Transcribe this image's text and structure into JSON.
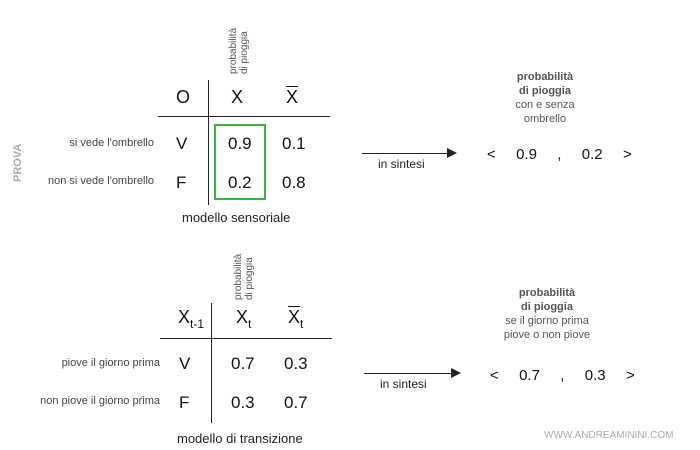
{
  "side_label": "PROVA",
  "sensor": {
    "vertical_label_line1": "probabilità",
    "vertical_label_line2": "di pioggia",
    "headers": {
      "o": "O",
      "x": "X",
      "xbar": "X"
    },
    "rows": [
      {
        "label": "si vede l'ombrello",
        "state": "V",
        "x": "0.9",
        "xbar": "0.1"
      },
      {
        "label": "non si vede l'ombrello",
        "state": "F",
        "x": "0.2",
        "xbar": "0.8"
      }
    ],
    "caption": "modello sensoriale",
    "arrow_label": "in sintesi",
    "summary_title1": "probabilità",
    "summary_title2": "di pioggia",
    "summary_sub1": "con e senza",
    "summary_sub2": "ombrello",
    "vector": "<  0.9  ,  0.2  >"
  },
  "transition": {
    "vertical_label_line1": "probabilità",
    "vertical_label_line2": "di pioggia",
    "headers": {
      "xt1_base": "X",
      "xt1_sub": "t-1",
      "xt_base": "X",
      "xt_sub": "t",
      "xtbar_base": "X",
      "xtbar_sub": "t"
    },
    "rows": [
      {
        "label": "piove il giorno prima",
        "state": "V",
        "xt": "0.7",
        "xtbar": "0.3"
      },
      {
        "label": "non piove il giorno prima",
        "state": "F",
        "xt": "0.3",
        "xtbar": "0.7"
      }
    ],
    "caption": "modello di transizione",
    "arrow_label": "in sintesi",
    "summary_title1": "probabilità",
    "summary_title2": "di pioggia",
    "summary_sub1": "se il giorno prima",
    "summary_sub2": "piove o non piove",
    "vector": "<  0.7  ,  0.3  >"
  },
  "watermark": "WWW.ANDREAMININI.COM",
  "colors": {
    "highlight": "#3cb33c"
  }
}
